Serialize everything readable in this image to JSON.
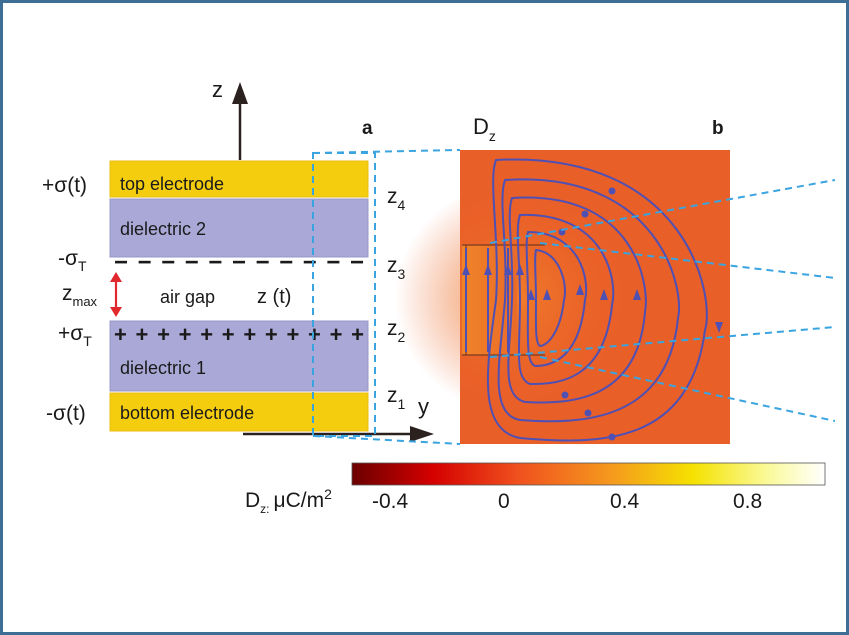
{
  "panel_a": {
    "label": "a",
    "axis_z": "z",
    "axis_y": "y",
    "layers": {
      "top_electrode": "top electrode",
      "dielectric_2": "dielectric 2",
      "air_gap": "air gap",
      "dielectric_1": "dielectric 1",
      "bottom_electrode": "bottom electrode"
    },
    "charges": {
      "top": "+σ(t)",
      "top_tribo": "-σ",
      "top_tribo_sub": "T",
      "bottom_tribo": "+σ",
      "bottom_tribo_sub": "T",
      "bottom": "-σ(t)"
    },
    "zmax": "z",
    "zmax_sub": "max",
    "gap_label": "z (t)",
    "levels": [
      {
        "main": "z",
        "sub": "4"
      },
      {
        "main": "z",
        "sub": "3"
      },
      {
        "main": "z",
        "sub": "2"
      },
      {
        "main": "z",
        "sub": "1"
      }
    ],
    "negative_marks": "− − − − − − − − − − −",
    "positive_marks": "+ + + + + + + + + + + +"
  },
  "panel_b": {
    "label": "b",
    "title_main": "D",
    "title_sub": "z"
  },
  "colorbar": {
    "label_main": "D",
    "label_sub": "z:",
    "label_unit": "μC/m",
    "label_exp": "2",
    "ticks": [
      "-0.4",
      "0",
      "0.4",
      "0.8"
    ],
    "colors": [
      "#6b0000",
      "#d40000",
      "#f0501e",
      "#f59a1e",
      "#f5e100",
      "#fafa9b",
      "#ffffff"
    ]
  },
  "colors": {
    "frame": "#3c6e96",
    "electrode": "#f5cd0f",
    "dielectric": "#a9a8d6",
    "field_bg": "#e95f28",
    "dielectric_tint": "#f08428",
    "field_line": "#4f50b4",
    "dashed_box": "#3aa4e0",
    "zmax_arrow": "#e0282d"
  }
}
